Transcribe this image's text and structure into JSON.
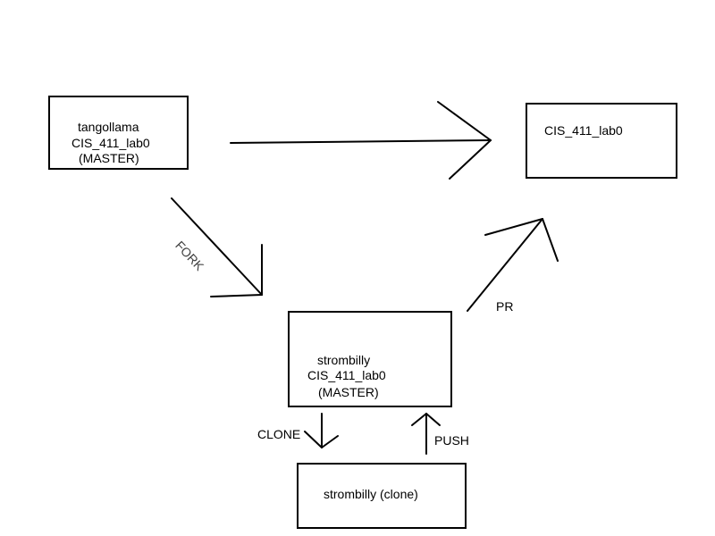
{
  "nodes": {
    "upstream": {
      "lines": [
        "tangollama",
        "CIS_411_lab0",
        "(MASTER)"
      ]
    },
    "target": {
      "lines": [
        "CIS_411_lab0"
      ]
    },
    "fork": {
      "lines": [
        "strombilly",
        "CIS_411_lab0",
        "(MASTER)"
      ]
    },
    "clone": {
      "lines": [
        "strombilly (clone)"
      ]
    }
  },
  "edges": {
    "fork_label": "FORK",
    "pr_label": "PR",
    "clone_label": "CLONE",
    "push_label": "PUSH"
  }
}
